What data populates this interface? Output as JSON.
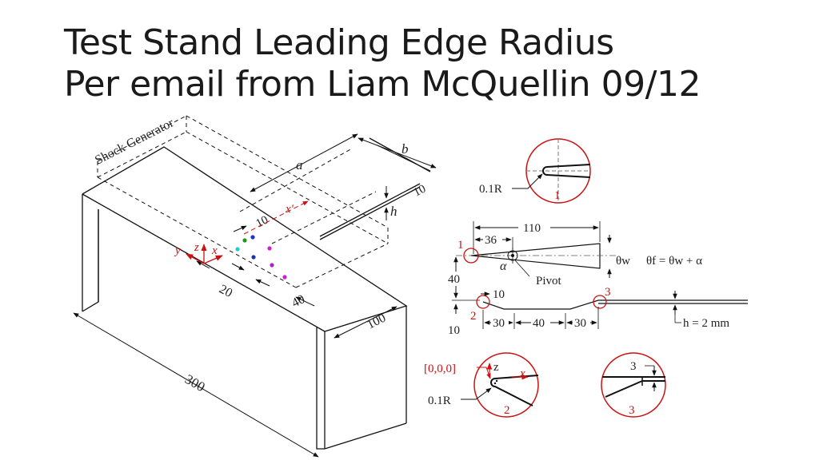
{
  "slide": {
    "title_line1": "Test Stand Leading Edge Radius",
    "title_line2": "Per email from Liam McQuellin 09/12"
  },
  "iso_view": {
    "shock_generator": "Shock Generator",
    "dim_a": "a",
    "dim_b": "b",
    "dim_10_top": "10",
    "dim_h": "h",
    "dim_10_mid": "10",
    "dim_20": "20",
    "dim_40": "40",
    "dim_100": "100",
    "dim_300": "300",
    "axis_y": "y",
    "axis_z": "z",
    "axis_x": "x",
    "axis_xprime": "x'",
    "sensor_colors": [
      "#1a9a1a",
      "#2233cc",
      "#cc22cc",
      "#22cccc",
      "#2233aa",
      "#aa22cc",
      "#cc22cc"
    ]
  },
  "side_view": {
    "dim_110": "110",
    "dim_36": "36",
    "theta_w": "θw",
    "theta_f_eq": "θf = θw + α",
    "alpha": "α",
    "pivot": "Pivot",
    "dim_40": "40",
    "dim_10a": "10",
    "dim_10b": "10",
    "dim_30a": "30",
    "dim_40b": "40",
    "dim_30b": "30",
    "h_eq": "h = 2 mm",
    "marker1": "1",
    "marker2": "2",
    "marker3": "3"
  },
  "detail1": {
    "radius": "0.1R",
    "number": "1"
  },
  "detail2": {
    "origin": "[0,0,0]",
    "radius": "0.1R",
    "axis_z": "z",
    "axis_x": "x",
    "number": "2"
  },
  "detail3": {
    "dim": "3",
    "number": "3"
  },
  "colors": {
    "accent_red": "#cc1111",
    "line": "#111111"
  }
}
